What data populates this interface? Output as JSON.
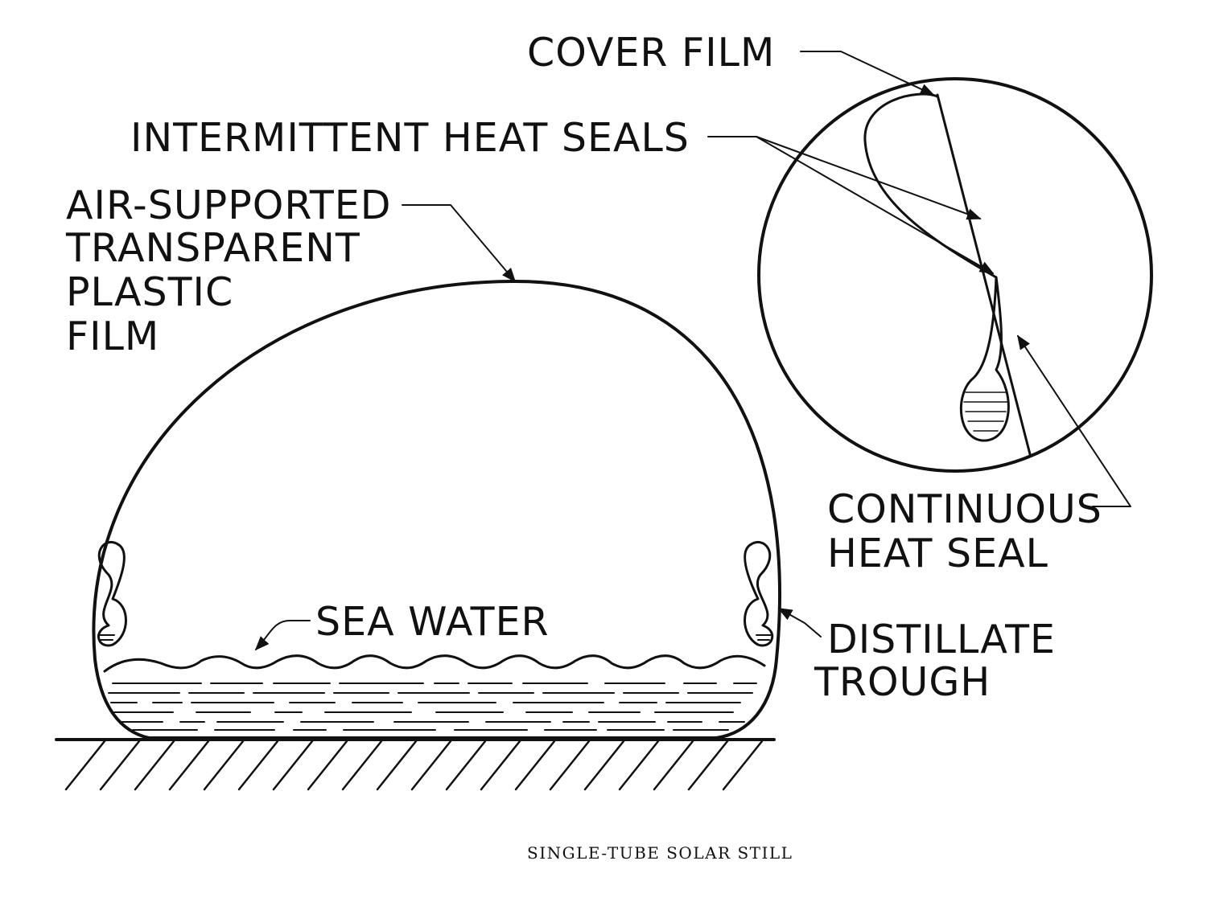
{
  "labels": {
    "cover_film": "COVER FILM",
    "intermittent_heat_seals": "INTERMITTENT HEAT SEALS",
    "air_supported": [
      "AIR-SUPPORTED",
      "TRANSPARENT",
      "PLASTIC",
      "FILM"
    ],
    "continuous_heat_seal": [
      "CONTINUOUS",
      "HEAT SEAL"
    ],
    "sea_water": "SEA WATER",
    "distillate_trough": [
      "DISTILLATE",
      "TROUGH"
    ]
  },
  "caption": "SINGLE-TUBE SOLAR STILL",
  "colors": {
    "ink": "#111111",
    "background": "#ffffff"
  }
}
